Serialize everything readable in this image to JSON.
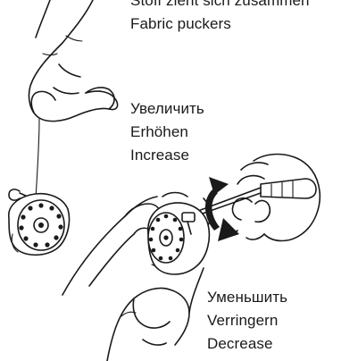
{
  "labels": {
    "top": [
      "Stoff zieht sich zusammen",
      "Fabric puckers"
    ],
    "increase": [
      "Увеличить",
      "Erhöhen",
      "Increase"
    ],
    "decrease": [
      "Уменьшить",
      "Verringern",
      "Decrease"
    ]
  },
  "colors": {
    "line": "#1a1a1a",
    "background": "#ffffff"
  },
  "icons": [
    "hand-holding-thread",
    "bobbin-case",
    "screwdriver",
    "rotation-arrows"
  ]
}
